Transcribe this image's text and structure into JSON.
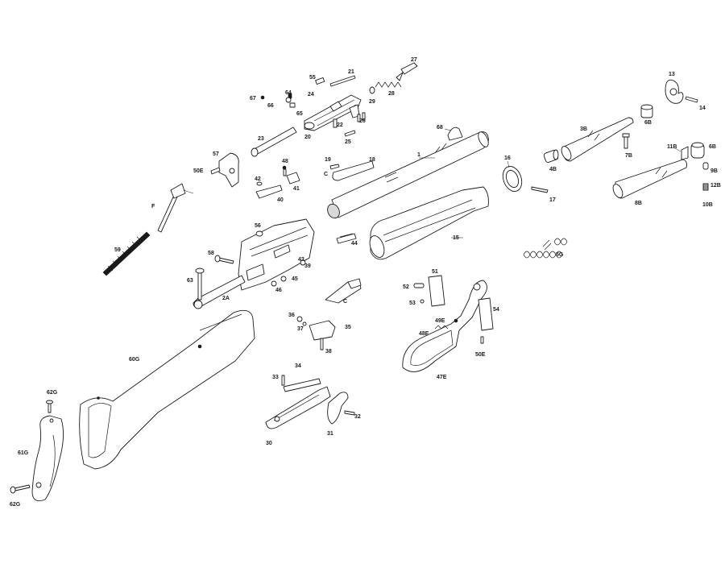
{
  "diagram": {
    "parts": [
      {
        "id": "p1",
        "label": "1"
      },
      {
        "id": "p2a",
        "label": "2A"
      },
      {
        "id": "p3b",
        "label": "3B"
      },
      {
        "id": "p4b",
        "label": "4B"
      },
      {
        "id": "p5g",
        "label": "5G"
      },
      {
        "id": "p6b_top",
        "label": "6B"
      },
      {
        "id": "p6b_right",
        "label": "6B"
      },
      {
        "id": "p7b",
        "label": "7B"
      },
      {
        "id": "p8b",
        "label": "8B"
      },
      {
        "id": "p9b",
        "label": "9B"
      },
      {
        "id": "p10b",
        "label": "10B"
      },
      {
        "id": "p11b",
        "label": "11B"
      },
      {
        "id": "p12b",
        "label": "12B"
      },
      {
        "id": "p13",
        "label": "13"
      },
      {
        "id": "p14",
        "label": "14"
      },
      {
        "id": "p15",
        "label": "15"
      },
      {
        "id": "p16",
        "label": "16"
      },
      {
        "id": "p17",
        "label": "17"
      },
      {
        "id": "p18",
        "label": "18"
      },
      {
        "id": "p19",
        "label": "19"
      },
      {
        "id": "pc_top",
        "label": "C"
      },
      {
        "id": "p20",
        "label": "20"
      },
      {
        "id": "p21",
        "label": "21"
      },
      {
        "id": "p22",
        "label": "22"
      },
      {
        "id": "p23",
        "label": "23"
      },
      {
        "id": "p24",
        "label": "24"
      },
      {
        "id": "p25",
        "label": "25"
      },
      {
        "id": "p26",
        "label": "26"
      },
      {
        "id": "p27",
        "label": "27"
      },
      {
        "id": "p28",
        "label": "28"
      },
      {
        "id": "p29",
        "label": "29"
      },
      {
        "id": "p30",
        "label": "30"
      },
      {
        "id": "p31",
        "label": "31"
      },
      {
        "id": "p32",
        "label": "32"
      },
      {
        "id": "p33",
        "label": "33"
      },
      {
        "id": "p34",
        "label": "34"
      },
      {
        "id": "p35",
        "label": "35"
      },
      {
        "id": "p36",
        "label": "36"
      },
      {
        "id": "p37",
        "label": "37"
      },
      {
        "id": "p38",
        "label": "38"
      },
      {
        "id": "p39",
        "label": "39"
      },
      {
        "id": "p40",
        "label": "40"
      },
      {
        "id": "p41",
        "label": "41"
      },
      {
        "id": "p42",
        "label": "42"
      },
      {
        "id": "p43",
        "label": "43"
      },
      {
        "id": "p44",
        "label": "44"
      },
      {
        "id": "p45",
        "label": "45"
      },
      {
        "id": "p46",
        "label": "46"
      },
      {
        "id": "p47e",
        "label": "47E"
      },
      {
        "id": "p48",
        "label": "48"
      },
      {
        "id": "p48e",
        "label": "48E"
      },
      {
        "id": "p49e",
        "label": "49E"
      },
      {
        "id": "p50e_top",
        "label": "50E"
      },
      {
        "id": "p50e_bottom",
        "label": "50E"
      },
      {
        "id": "p51",
        "label": "51"
      },
      {
        "id": "p52",
        "label": "52"
      },
      {
        "id": "p53",
        "label": "53"
      },
      {
        "id": "p54",
        "label": "54"
      },
      {
        "id": "p55",
        "label": "55"
      },
      {
        "id": "p56",
        "label": "56"
      },
      {
        "id": "p57",
        "label": "57"
      },
      {
        "id": "p58",
        "label": "58"
      },
      {
        "id": "p59",
        "label": "59"
      },
      {
        "id": "p60g",
        "label": "60G"
      },
      {
        "id": "p61g",
        "label": "61G"
      },
      {
        "id": "p62g_top",
        "label": "62G"
      },
      {
        "id": "p62g_bottom",
        "label": "62G"
      },
      {
        "id": "p63",
        "label": "63"
      },
      {
        "id": "p64",
        "label": "64"
      },
      {
        "id": "p65",
        "label": "65"
      },
      {
        "id": "p66",
        "label": "66"
      },
      {
        "id": "p67",
        "label": "67"
      },
      {
        "id": "p68",
        "label": "68"
      },
      {
        "id": "pc_mid",
        "label": "C"
      },
      {
        "id": "pf",
        "label": "F"
      }
    ]
  }
}
